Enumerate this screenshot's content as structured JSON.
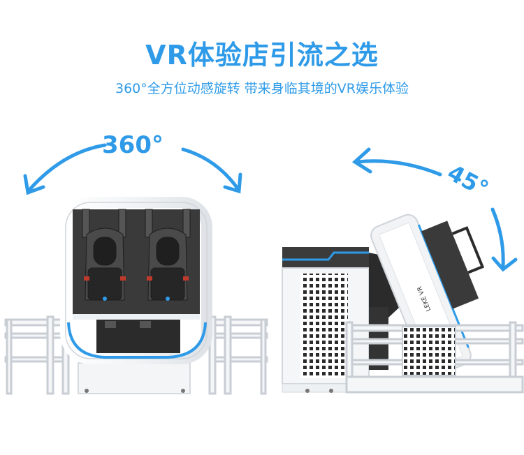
{
  "header": {
    "title": "VR体验店引流之选",
    "subtitle": "360°全方位动感旋转 带来身临其境的VR娱乐体验"
  },
  "figures": {
    "rotation_label": "360°",
    "tilt_label": "45°",
    "brand_text": "LEKE VR"
  },
  "colors": {
    "accent": "#2f9be8",
    "frame": "#e9edf1",
    "dark": "#2b2b2b"
  }
}
